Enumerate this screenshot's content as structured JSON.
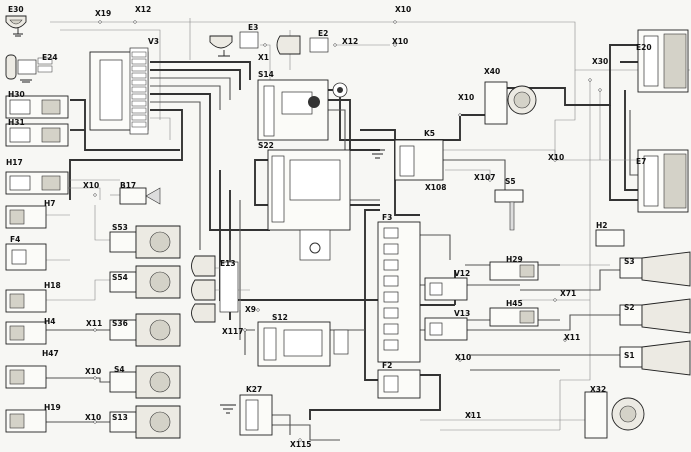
{
  "diagram": {
    "labels": {
      "e30": "E30",
      "e24": "E24",
      "e3": "E3",
      "e2": "E2",
      "e20": "E20",
      "e7": "E7",
      "e13": "E13",
      "h30": "H30",
      "h31": "H31",
      "h17": "H17",
      "h7": "H7",
      "h18": "H18",
      "h4": "H4",
      "h47": "H47",
      "h19": "H19",
      "h2": "H2",
      "h29": "H29",
      "h45": "H45",
      "v3": "V3",
      "v12": "V12",
      "v13": "V13",
      "s14": "S14",
      "s22": "S22",
      "s53": "S53",
      "s54": "S54",
      "s36": "S36",
      "s4": "S4",
      "s13": "S13",
      "s12": "S12",
      "s5": "S5",
      "s3": "S3",
      "s2": "S2",
      "s1": "S1",
      "k5": "K5",
      "k27": "K27",
      "f3": "F3",
      "f2": "F2",
      "f4": "F4",
      "b17": "B17",
      "x12_top": "X12",
      "x19": "X19",
      "x10_top": "X10",
      "x1": "X1",
      "x12_e2": "X12",
      "x10_e2": "X10",
      "x30": "X30",
      "x40": "X40",
      "x10_k5": "X10",
      "x10_e7": "X10",
      "x107": "X107",
      "x108": "X108",
      "x10_b17": "X10",
      "x9": "X9",
      "x117": "X117",
      "x71": "X71",
      "x11_s36": "X11",
      "x10_s4": "X10",
      "x10_s13": "X10",
      "x11_mid": "X11",
      "x10_mid": "X10",
      "x11_bot": "X11",
      "x115": "X115",
      "x32": "X32"
    }
  }
}
